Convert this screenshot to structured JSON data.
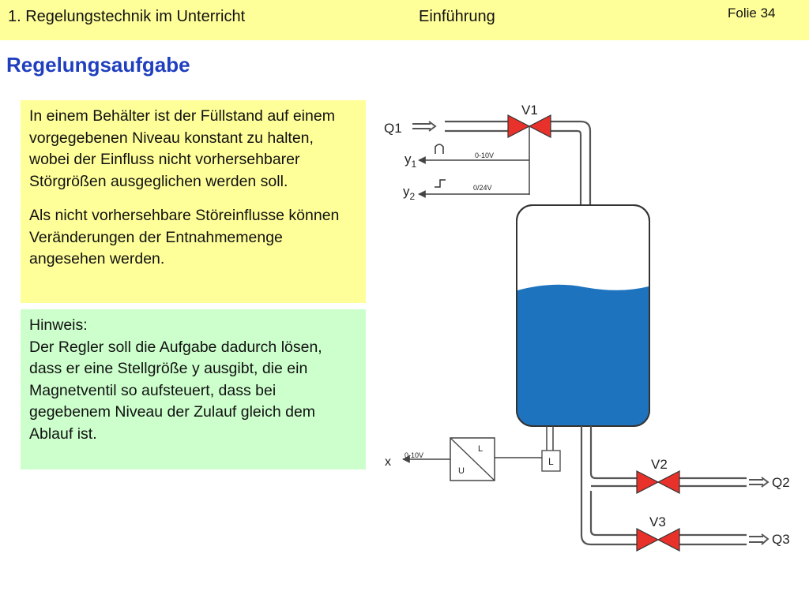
{
  "header": {
    "title": "1. Regelungstechnik im Unterricht",
    "section": "Einführung",
    "slide": "Folie 34"
  },
  "heading": "Regelungsaufgabe",
  "task_box": {
    "paragraph1": "In einem Behälter ist der Füllstand auf einem vorgegebenen Niveau konstant zu halten, wobei der Einfluss nicht vorhersehbarer Störgrößen ausgeglichen werden soll.",
    "paragraph2": "Als nicht vorhersehbare Störeinflusse können Veränderungen der Entnahmemenge angesehen werden."
  },
  "hint_box": {
    "title": "Hinweis:",
    "text": "Der Regler soll die Aufgabe dadurch lösen, dass er eine Stellgröße y ausgibt, die ein Magnetventil so aufsteuert, dass bei gegebenem Niveau der Zulauf gleich dem Ablauf ist."
  },
  "diagram": {
    "valve_v1": "V1",
    "valve_v2": "V2",
    "valve_v3": "V3",
    "inflow": "Q1",
    "outflow_q2": "Q2",
    "outflow_q3": "Q3",
    "signal_y1": "y",
    "signal_y1_sub": "1",
    "signal_y2": "y",
    "signal_y2_sub": "2",
    "signal_x": "x",
    "range_y1": "0-10V",
    "range_y2": "0/24V",
    "range_x": "0-10V",
    "sensor_label": "L",
    "converter_top": "L",
    "converter_bottom": "U",
    "colors": {
      "water": "#1e73be",
      "valve": "#e8312a"
    }
  }
}
